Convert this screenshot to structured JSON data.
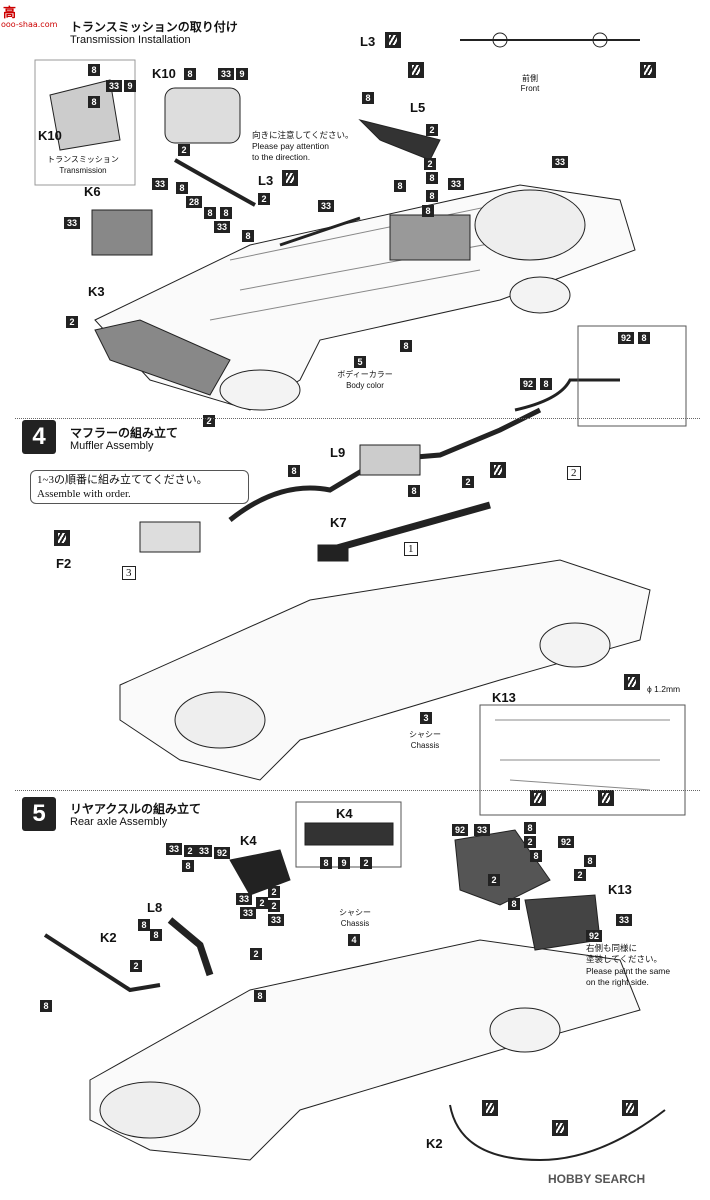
{
  "watermark": {
    "top": "高",
    "url": "ooo-shaa.com"
  },
  "footer_brand": "HOBBY SEARCH",
  "step3": {
    "jp": "トランスミッションの取り付け",
    "en": "Transmission Installation"
  },
  "step4": {
    "num": "4",
    "jp": "マフラーの組み立て",
    "en": "Muffler Assembly"
  },
  "step5": {
    "num": "5",
    "jp": "リヤアクスルの組み立て",
    "en": "Rear axle Assembly"
  },
  "labels": {
    "L3a": "L3",
    "L3b": "L3",
    "L5": "L5",
    "K10a": "K10",
    "K10b": "K10",
    "K6": "K6",
    "K3": "K3",
    "L9": "L9",
    "K7": "K7",
    "F2": "F2",
    "K13a": "K13",
    "K13b": "K13",
    "K4a": "K4",
    "K4b": "K4",
    "L8": "L8",
    "K2a": "K2",
    "K2b": "K2"
  },
  "notes": {
    "front_jp": "前側",
    "front_en": "Front",
    "transmission_jp": "トランスミッション",
    "transmission_en": "Transmission",
    "direction_jp": "向きに注意してください。",
    "direction_en1": "Please pay attention",
    "direction_en2": "to the direction.",
    "body_color_jp": "ボディーカラー",
    "body_color_en": "Body color",
    "order_jp": "1~3の順番に組み立ててください。",
    "order_en": "Assemble with order.",
    "chassis_jp": "シャシー",
    "chassis_en": "Chassis",
    "drill": "ϕ 1.2mm",
    "right_jp1": "右側も同様に",
    "right_jp2": "塗装してください。",
    "right_en1": "Please paint the same",
    "right_en2": "on the right side."
  },
  "color_codes": {
    "c8": "8",
    "c33": "33",
    "c9": "9",
    "c2": "2",
    "c28": "28",
    "c5": "5",
    "c92": "92",
    "c3": "3",
    "c4": "4"
  },
  "order_marks": {
    "one": "1",
    "two": "2",
    "three": "3"
  }
}
